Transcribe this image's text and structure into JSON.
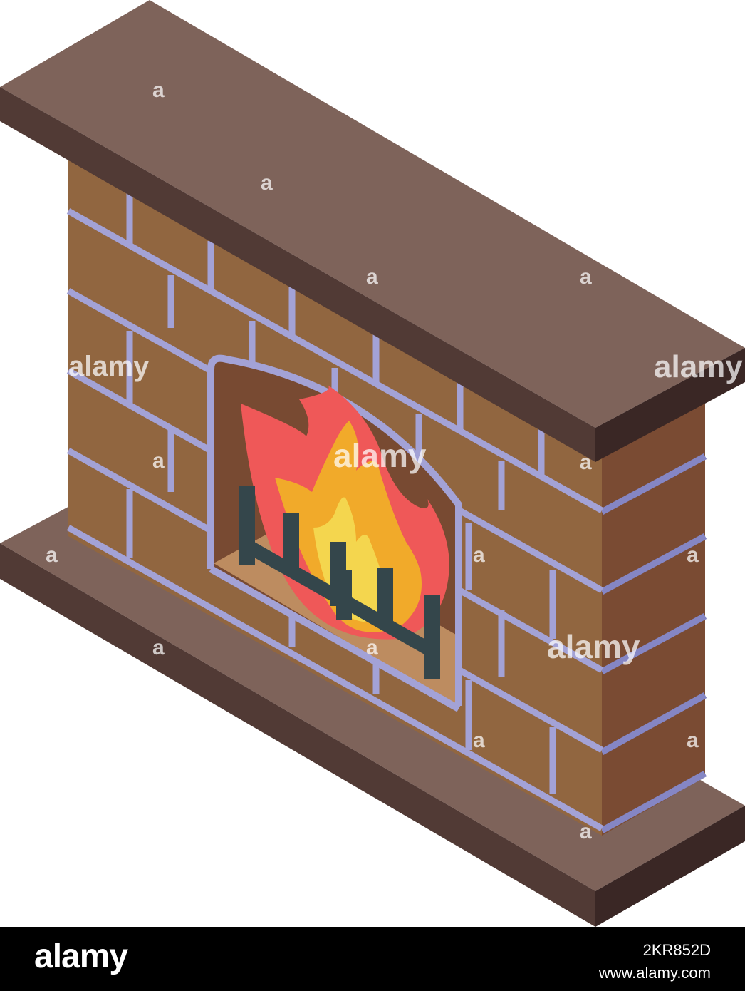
{
  "scene": {
    "subject": "isometric brick fireplace with fire and iron grate",
    "colors": {
      "slab_top": "#7e635a",
      "slab_side": "#513a35",
      "slab_edge": "#3a2725",
      "brick_front": "#916640",
      "brick_right": "#7a4b33",
      "mortar": "#a3a2d6",
      "mortar_right": "#8586c4",
      "firebox_back": "#784a32",
      "firebox_floor": "#bd8c60",
      "flame_outer": "#ef5858",
      "flame_middle": "#f1aa2a",
      "flame_inner": "#f4d64e",
      "grate": "#34464b"
    }
  },
  "watermark": {
    "text": "alamy",
    "small_text": "a"
  },
  "footer": {
    "brand": "alamy",
    "image_id": "2KR852D",
    "url": "www.alamy.com"
  }
}
